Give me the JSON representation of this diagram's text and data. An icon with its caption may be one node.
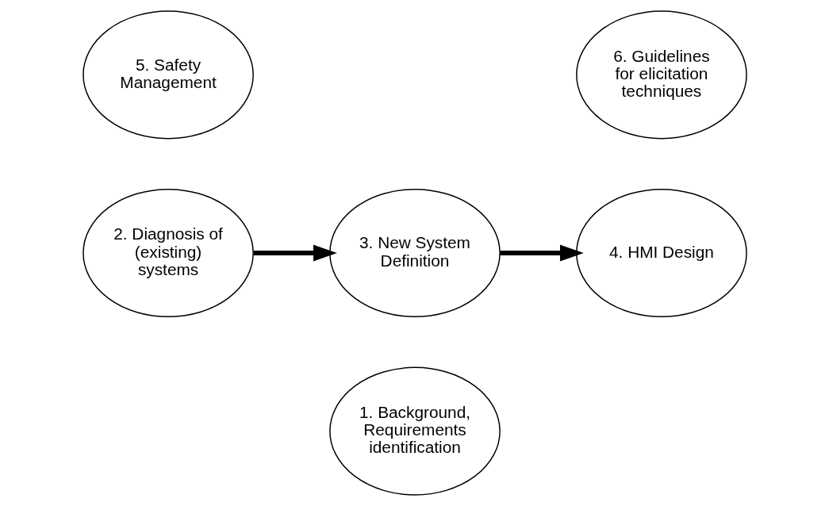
{
  "diagram": {
    "nodes": [
      {
        "text": [
          "1. Background, Requirements identification"
        ]
      },
      {
        "text": [
          "2. Diagnosis of (existing) systems"
        ]
      },
      {
        "text": [
          "3. New System Definition"
        ]
      },
      {
        "text": [
          "4. HMI Design"
        ]
      },
      {
        "text": [
          "5. Safety Management"
        ]
      },
      {
        "text": [
          "6. Guidelines for elicitation techniques"
        ]
      }
    ],
    "edges": [
      {
        "from": 1,
        "to": 2,
        "arrow": "to"
      },
      {
        "from": 2,
        "to": 3,
        "arrow": "to"
      }
    ]
  }
}
